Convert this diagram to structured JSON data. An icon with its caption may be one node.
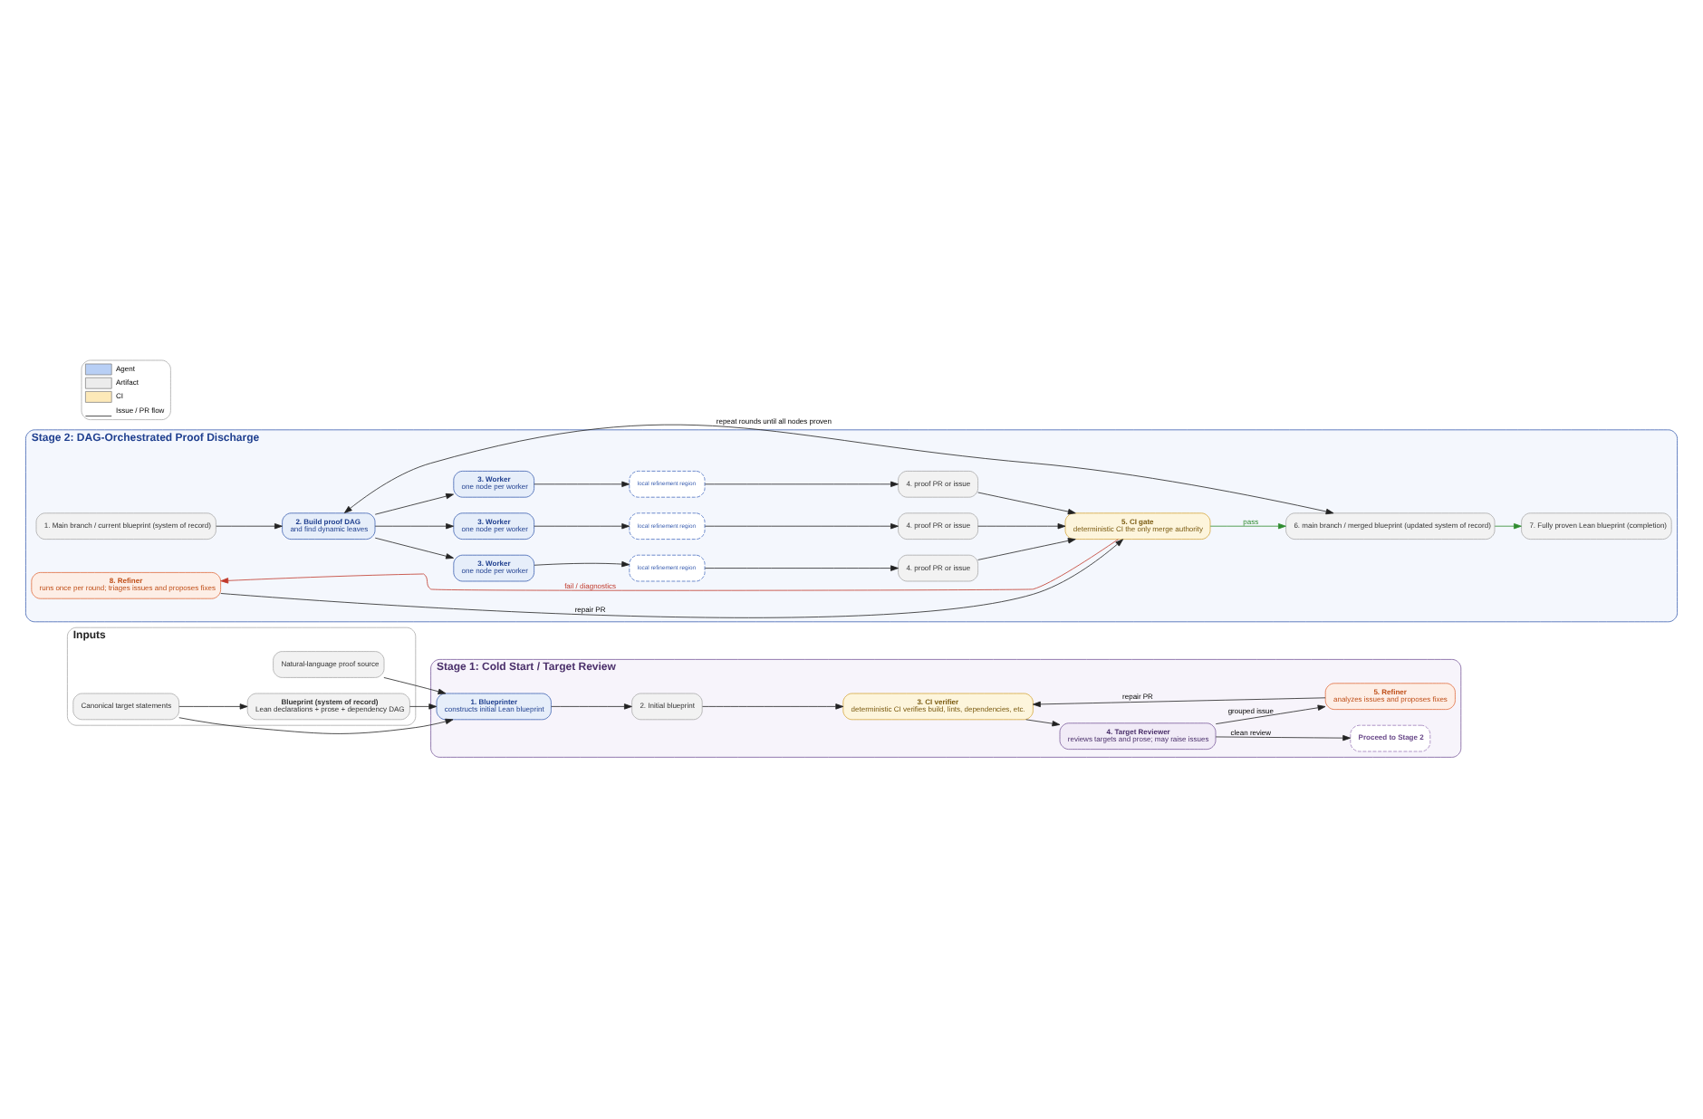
{
  "diagram": {
    "nodes": [
      {
        "text": [
          "Inputs"
        ]
      },
      {
        "text": [
          "Natural-language proof source"
        ],
        "in": 0
      },
      {
        "text": [
          "Canonical target statements"
        ],
        "in": 0
      },
      {
        "text": [
          "Blueprint (system of record)",
          "Lean declarations + prose + dependency DAG"
        ],
        "in": 0
      },
      {
        "text": [
          "Stage 1: Cold Start / Target Review"
        ]
      },
      {
        "text": [
          "1. Blueprinter",
          "constructs initial Lean blueprint"
        ],
        "in": 4
      },
      {
        "text": [
          "2. Initial blueprint"
        ],
        "in": 4
      },
      {
        "text": [
          "3. CI verifier",
          "deterministic CI verifies build, lints, dependencies, etc."
        ],
        "in": 4
      },
      {
        "text": [
          "4. Target Reviewer",
          "reviews targets and prose; may raise issues"
        ],
        "in": 4
      },
      {
        "text": [
          "Proceed to Stage 2"
        ],
        "in": 4
      },
      {
        "text": [
          "5. Refiner",
          "analyzes issues and proposes fixes"
        ],
        "in": 4
      },
      {
        "text": [
          "Stage 2: DAG-Orchestrated Proof Discharge"
        ]
      },
      {
        "text": [
          "1. Main branch / current blueprint (system of record)"
        ],
        "in": 11
      },
      {
        "text": [
          "2. Build proof DAG",
          "and find dynamic leaves"
        ],
        "in": 11
      },
      {
        "text": [
          "3. Worker",
          "one node per worker"
        ],
        "in": 11
      },
      {
        "text": [
          "3. Worker",
          "one node per worker"
        ],
        "in": 11
      },
      {
        "text": [
          "3. Worker",
          "one node per worker"
        ],
        "in": 11
      },
      {
        "text": [
          "local refinement region"
        ],
        "in": 11
      },
      {
        "text": [
          "local refinement region"
        ],
        "in": 11
      },
      {
        "text": [
          "local refinement region"
        ],
        "in": 11
      },
      {
        "text": [
          "4. proof PR or issue"
        ],
        "in": 11
      },
      {
        "text": [
          "4. proof PR or issue"
        ],
        "in": 11
      },
      {
        "text": [
          "4. proof PR or issue"
        ],
        "in": 11
      },
      {
        "text": [
          "5. CI gate",
          "deterministic CI the only merge authority"
        ],
        "in": 11
      },
      {
        "text": [
          "6. main branch / merged blueprint (updated system of record)"
        ],
        "in": 11
      },
      {
        "text": [
          "7. Fully proven Lean blueprint (completion)"
        ],
        "in": 11
      },
      {
        "text": [
          "8. Refiner",
          "runs once per round; triages issues and proposes fixes"
        ],
        "in": 11
      }
    ],
    "edges": [
      {
        "from": 2,
        "to": 3,
        "arrow": "to"
      },
      {
        "from": 1,
        "to": 5,
        "arrow": "to"
      },
      {
        "from": 2,
        "to": 5,
        "arrow": "to"
      },
      {
        "from": 3,
        "to": 5,
        "arrow": "to"
      },
      {
        "from": 5,
        "to": 6,
        "arrow": "to"
      },
      {
        "from": 6,
        "to": 7,
        "arrow": "to"
      },
      {
        "from": 7,
        "to": 8,
        "arrow": "to"
      },
      {
        "from": 8,
        "to": 9,
        "arrow": "to",
        "label": "clean review"
      },
      {
        "from": 8,
        "to": 10,
        "arrow": "to",
        "label": "grouped issue"
      },
      {
        "from": 10,
        "to": 7,
        "arrow": "to",
        "label": "repair PR"
      },
      {
        "from": 12,
        "to": 13,
        "arrow": "to"
      },
      {
        "from": 13,
        "to": 14,
        "arrow": "to"
      },
      {
        "from": 13,
        "to": 15,
        "arrow": "to"
      },
      {
        "from": 13,
        "to": 16,
        "arrow": "to"
      },
      {
        "from": 14,
        "to": 17,
        "arrow": "to"
      },
      {
        "from": 15,
        "to": 18,
        "arrow": "to"
      },
      {
        "from": 16,
        "to": 19,
        "arrow": "to"
      },
      {
        "from": 17,
        "to": 20,
        "arrow": "to"
      },
      {
        "from": 18,
        "to": 21,
        "arrow": "to"
      },
      {
        "from": 19,
        "to": 22,
        "arrow": "to"
      },
      {
        "from": 20,
        "to": 23,
        "arrow": "to"
      },
      {
        "from": 21,
        "to": 23,
        "arrow": "to"
      },
      {
        "from": 22,
        "to": 23,
        "arrow": "to"
      },
      {
        "from": 23,
        "to": 24,
        "arrow": "to",
        "label": "pass",
        "color": "#2e8b2e"
      },
      {
        "from": 24,
        "to": 25,
        "arrow": "to",
        "color": "#2e8b2e"
      },
      {
        "from": 23,
        "to": 26,
        "arrow": "to",
        "label": "fail / diagnostics",
        "color": "#c0392b"
      },
      {
        "from": 26,
        "to": 23,
        "arrow": "to",
        "label": "repair PR"
      },
      {
        "from": 24,
        "to": 13,
        "arrow": "both",
        "label": "repeat rounds until all nodes proven"
      }
    ],
    "legend": [
      {
        "text": "Agent",
        "color": "#b8cff5"
      },
      {
        "text": "Artifact",
        "color": "#ececec"
      },
      {
        "text": "CI",
        "color": "#fde9b8"
      },
      {
        "text": "Issue / PR flow"
      }
    ]
  }
}
